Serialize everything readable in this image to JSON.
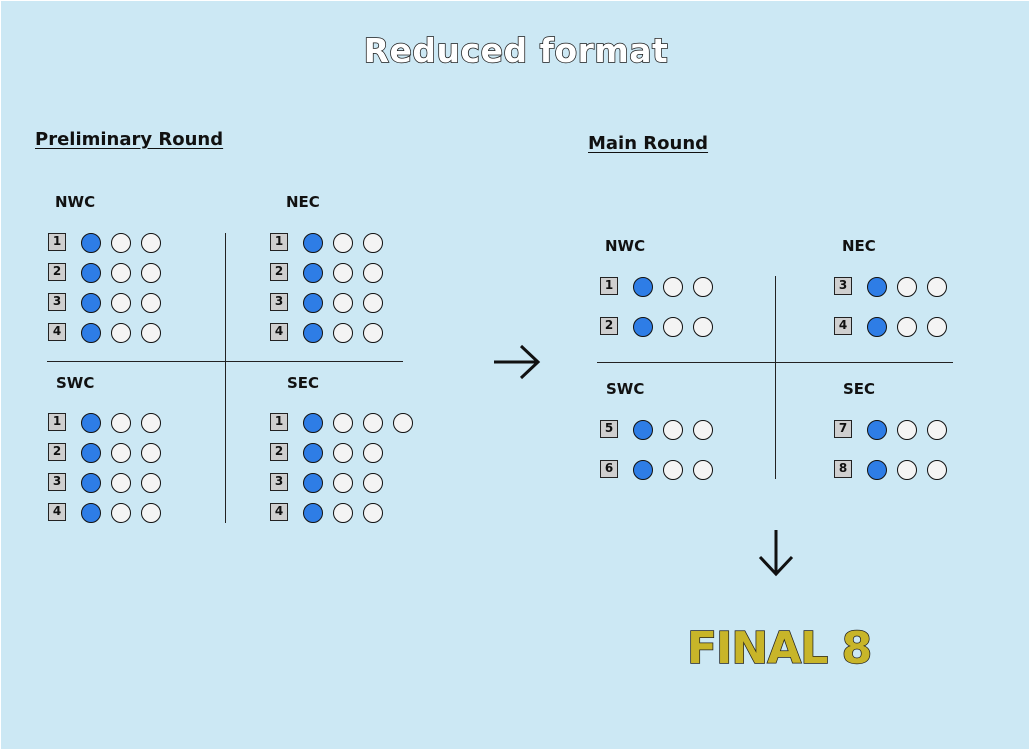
{
  "title": "Reduced format",
  "preliminary": {
    "heading": "Preliminary Round",
    "groups": [
      {
        "name": "NWC",
        "rows": [
          {
            "seed": "1",
            "circles": [
              "filled",
              "empty",
              "empty"
            ]
          },
          {
            "seed": "2",
            "circles": [
              "filled",
              "empty",
              "empty"
            ]
          },
          {
            "seed": "3",
            "circles": [
              "filled",
              "empty",
              "empty"
            ]
          },
          {
            "seed": "4",
            "circles": [
              "filled",
              "empty",
              "empty"
            ]
          }
        ]
      },
      {
        "name": "NEC",
        "rows": [
          {
            "seed": "1",
            "circles": [
              "filled",
              "empty",
              "empty"
            ]
          },
          {
            "seed": "2",
            "circles": [
              "filled",
              "empty",
              "empty"
            ]
          },
          {
            "seed": "3",
            "circles": [
              "filled",
              "empty",
              "empty"
            ]
          },
          {
            "seed": "4",
            "circles": [
              "filled",
              "empty",
              "empty"
            ]
          }
        ]
      },
      {
        "name": "SWC",
        "rows": [
          {
            "seed": "1",
            "circles": [
              "filled",
              "empty",
              "empty"
            ]
          },
          {
            "seed": "2",
            "circles": [
              "filled",
              "empty",
              "empty"
            ]
          },
          {
            "seed": "3",
            "circles": [
              "filled",
              "empty",
              "empty"
            ]
          },
          {
            "seed": "4",
            "circles": [
              "filled",
              "empty",
              "empty"
            ]
          }
        ]
      },
      {
        "name": "SEC",
        "rows": [
          {
            "seed": "1",
            "circles": [
              "filled",
              "empty",
              "empty",
              "empty"
            ]
          },
          {
            "seed": "2",
            "circles": [
              "filled",
              "empty",
              "empty"
            ]
          },
          {
            "seed": "3",
            "circles": [
              "filled",
              "empty",
              "empty"
            ]
          },
          {
            "seed": "4",
            "circles": [
              "filled",
              "empty",
              "empty"
            ]
          }
        ]
      }
    ]
  },
  "main": {
    "heading": "Main Round",
    "groups": [
      {
        "name": "NWC",
        "rows": [
          {
            "seed": "1",
            "circles": [
              "filled",
              "empty",
              "empty"
            ]
          },
          {
            "seed": "2",
            "circles": [
              "filled",
              "empty",
              "empty"
            ]
          }
        ]
      },
      {
        "name": "NEC",
        "rows": [
          {
            "seed": "3",
            "circles": [
              "filled",
              "empty",
              "empty"
            ]
          },
          {
            "seed": "4",
            "circles": [
              "filled",
              "empty",
              "empty"
            ]
          }
        ]
      },
      {
        "name": "SWC",
        "rows": [
          {
            "seed": "5",
            "circles": [
              "filled",
              "empty",
              "empty"
            ]
          },
          {
            "seed": "6",
            "circles": [
              "filled",
              "empty",
              "empty"
            ]
          }
        ]
      },
      {
        "name": "SEC",
        "rows": [
          {
            "seed": "7",
            "circles": [
              "filled",
              "empty",
              "empty"
            ]
          },
          {
            "seed": "8",
            "circles": [
              "filled",
              "empty",
              "empty"
            ]
          }
        ]
      }
    ]
  },
  "final_label": "FINAL 8",
  "arrows": {
    "to_main": "right-arrow-icon",
    "to_final": "down-arrow-icon"
  },
  "colors": {
    "background": "#cce8f4",
    "filled_circle": "#2e7de6",
    "empty_circle": "#f4f4f4",
    "badge": "#cfcfcf",
    "final_text": "#c8b529"
  }
}
